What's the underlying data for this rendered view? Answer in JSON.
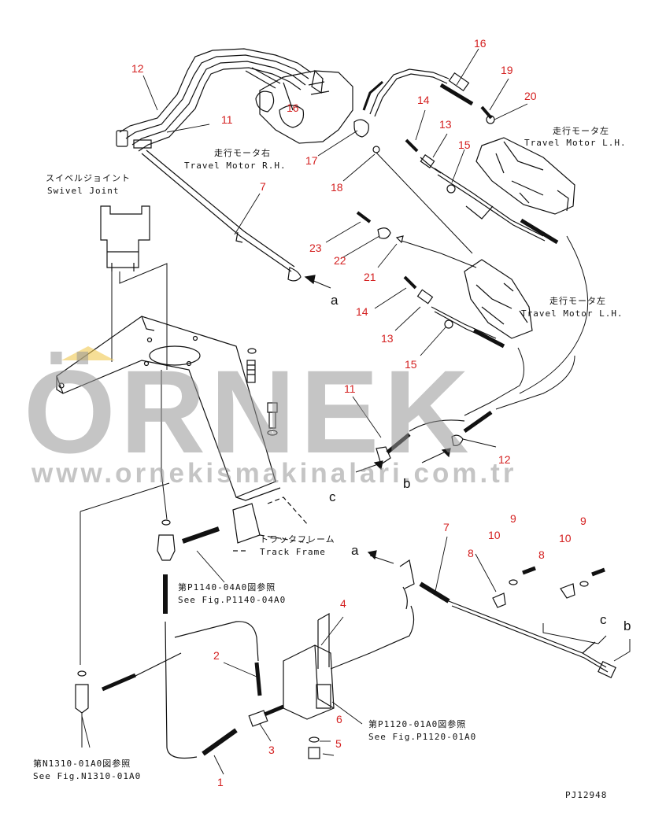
{
  "diagram": {
    "code": "PJ12948",
    "labels": {
      "travel_motor_rh_jp": "走行モータ右",
      "travel_motor_rh_en": "Travel Motor R.H.",
      "travel_motor_lh_jp_1": "走行モータ左",
      "travel_motor_lh_en_1": "Travel Motor L.H.",
      "travel_motor_lh_jp_2": "走行モータ左",
      "travel_motor_lh_en_2": "Travel Motor L.H.",
      "swivel_joint_jp": "スイベルジョイント",
      "swivel_joint_en": "Swivel Joint",
      "track_frame_jp": "トラックフレーム",
      "track_frame_en": "Track Frame",
      "ref_p1140_jp": "第P1140-04A0図参照",
      "ref_p1140_en": "See Fig.P1140-04A0",
      "ref_p1120_jp": "第P1120-01A0図参照",
      "ref_p1120_en": "See Fig.P1120-01A0",
      "ref_n1310_jp": "第N1310-01A0図参照",
      "ref_n1310_en": "See Fig.N1310-01A0"
    },
    "part_numbers": {
      "p12": "12",
      "p11": "11",
      "p16a": "16",
      "p16b": "16",
      "p7a": "7",
      "p17": "17",
      "p18": "18",
      "p14a": "14",
      "p13a": "13",
      "p15a": "15",
      "p19": "19",
      "p20": "20",
      "p23": "23",
      "p22": "22",
      "p21": "21",
      "p14b": "14",
      "p13b": "13",
      "p15b": "15",
      "p11b": "11",
      "p12b": "12",
      "p7b": "7",
      "p8a": "8",
      "p8b": "8",
      "p9a": "9",
      "p9b": "9",
      "p10a": "10",
      "p10b": "10",
      "p4": "4",
      "p2": "2",
      "p6": "6",
      "p3": "3",
      "p5": "5",
      "p1": "1"
    },
    "letters": {
      "a1": "a",
      "a2": "a",
      "b1": "b",
      "b2": "b",
      "c1": "c",
      "c2": "c"
    }
  },
  "watermark": {
    "brand": "ÖRNEK",
    "url": "www.ornekismakinalari.com.tr"
  }
}
